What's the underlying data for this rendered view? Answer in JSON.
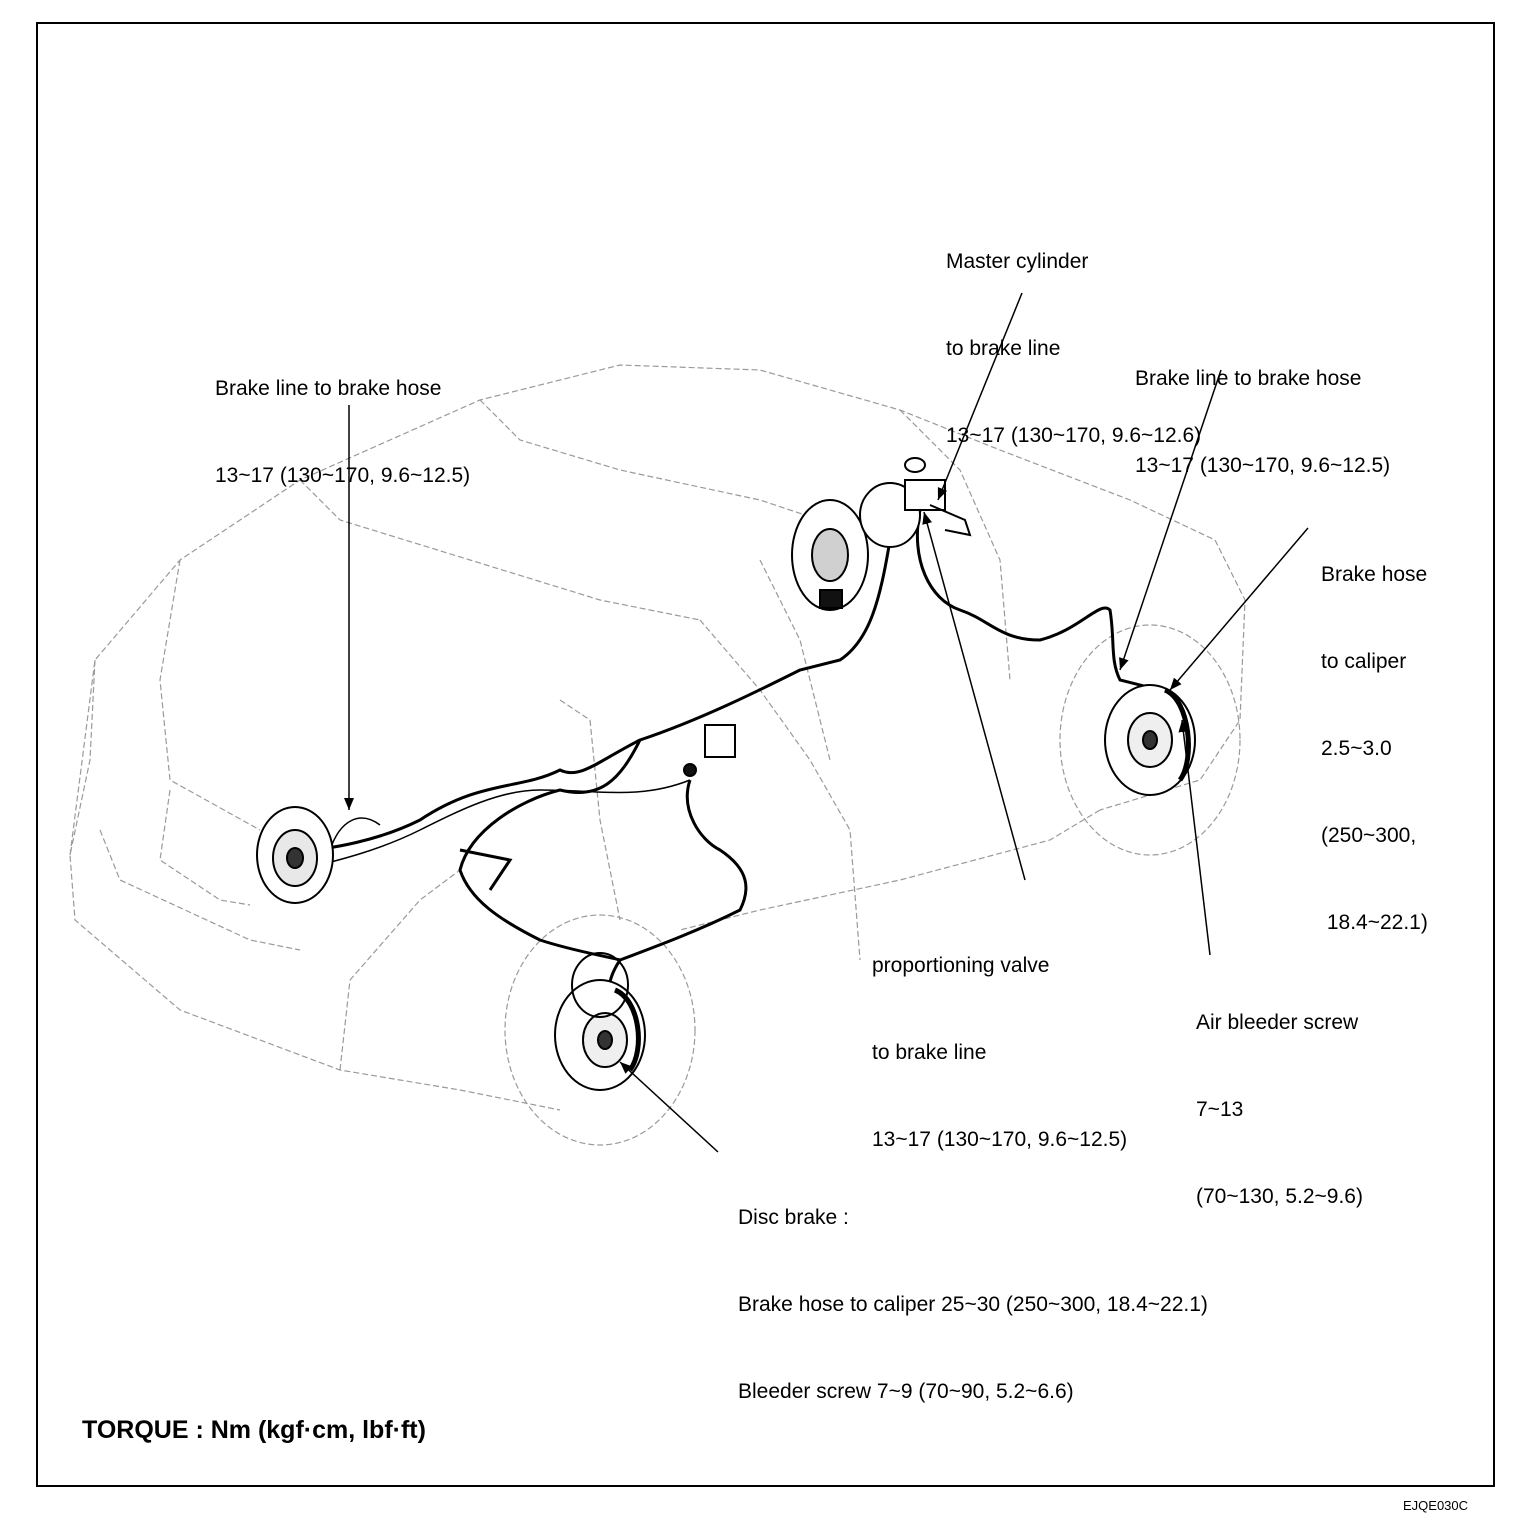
{
  "callouts": {
    "master_cylinder": [
      "Master cylinder",
      "to brake line",
      "13~17 (130~170, 9.6~12.6)"
    ],
    "brake_line_left": [
      "Brake line to brake hose",
      "13~17 (130~170, 9.6~12.5)"
    ],
    "brake_line_right": [
      "Brake line to brake hose",
      "13~17 (130~170, 9.6~12.5)"
    ],
    "brake_hose_caliper": [
      "Brake hose",
      "to caliper",
      "2.5~3.0",
      "(250~300,",
      " 18.4~22.1)"
    ],
    "proportioning_valve": [
      "proportioning valve",
      "to brake line",
      "13~17 (130~170, 9.6~12.5)"
    ],
    "air_bleeder": [
      "Air bleeder screw",
      "7~13",
      "(70~130, 5.2~9.6)"
    ],
    "disc_brake": [
      "Disc brake :",
      "Brake hose to caliper 25~30 (250~300, 18.4~22.1)",
      "Bleeder screw 7~9 (70~90, 5.2~6.6)"
    ]
  },
  "torque_units": "TORQUE : Nm (kgf·cm, lbf·ft)",
  "figure_code": "EJQE030C"
}
